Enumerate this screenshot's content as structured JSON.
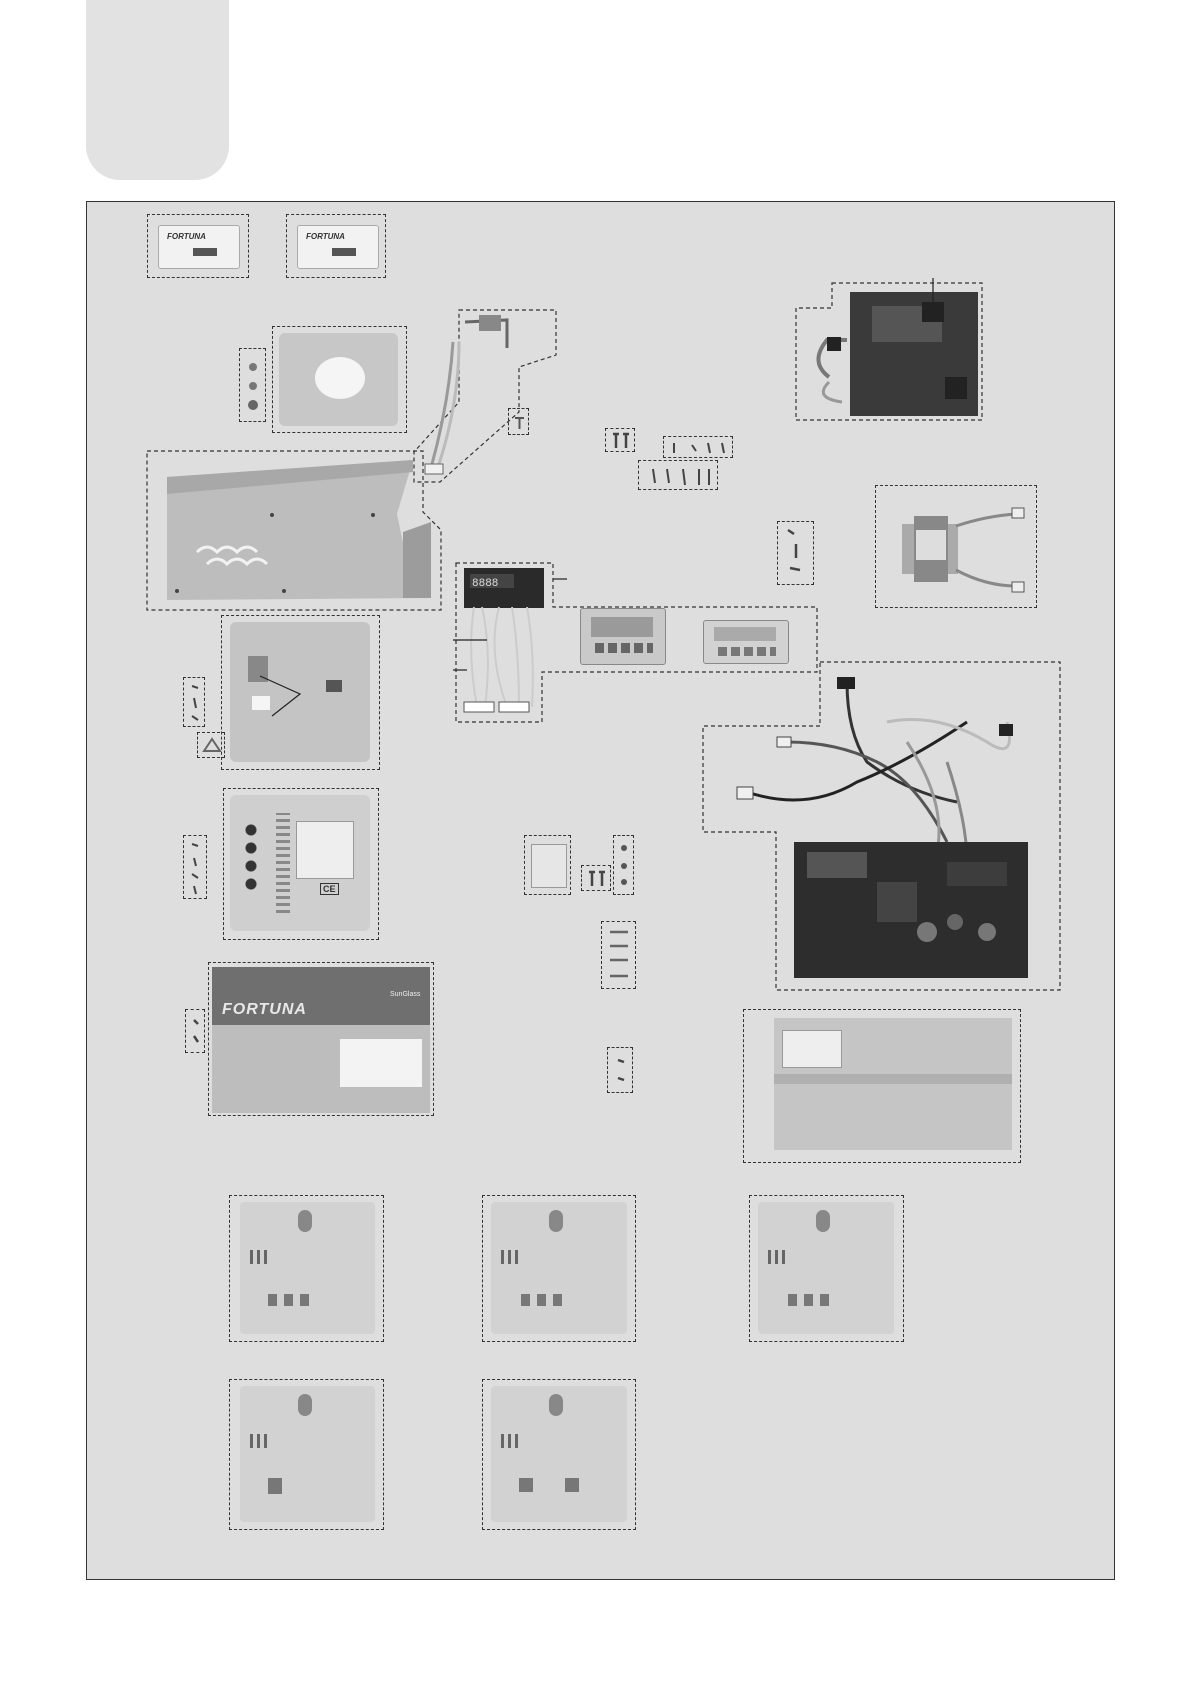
{
  "tab": {
    "fill": "#e2e2e2"
  },
  "panel": {
    "fill": "#dedede",
    "border": "#333333"
  },
  "remotes": [
    {
      "logo": "FORTUNA"
    },
    {
      "logo": "FORTUNA"
    }
  ],
  "front_cover": {
    "brand": "FORTUNA",
    "maker": "SunGlass",
    "mark": "CE"
  },
  "parts_note": "exploded parts view of a heat pump unit"
}
